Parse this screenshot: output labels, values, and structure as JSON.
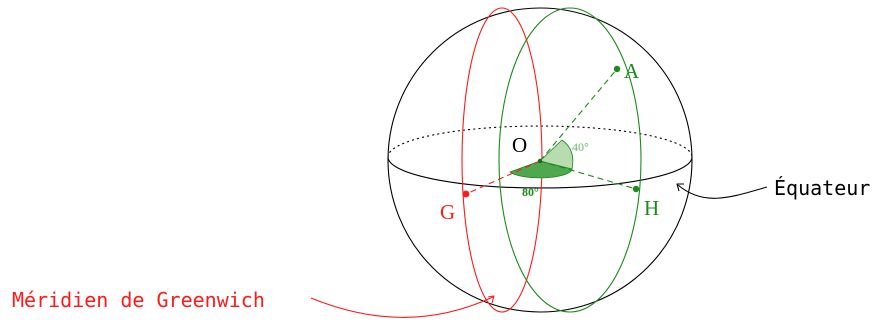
{
  "points": {
    "O": "O",
    "A": "A",
    "G": "G",
    "H": "H"
  },
  "angles": {
    "latitude": "40°",
    "longitude": "80°"
  },
  "labels": {
    "equator": "Équateur",
    "greenwich_meridian": "Méridien de Greenwich"
  },
  "colors": {
    "sphere": "#000000",
    "greenwich": "#ff1a1a",
    "meridian_a": "#1a8a1a",
    "angle_latitude_fill": "#b8dcb0",
    "angle_longitude_fill": "#4fa84f",
    "angle_latitude_text": "#6cb86c"
  }
}
